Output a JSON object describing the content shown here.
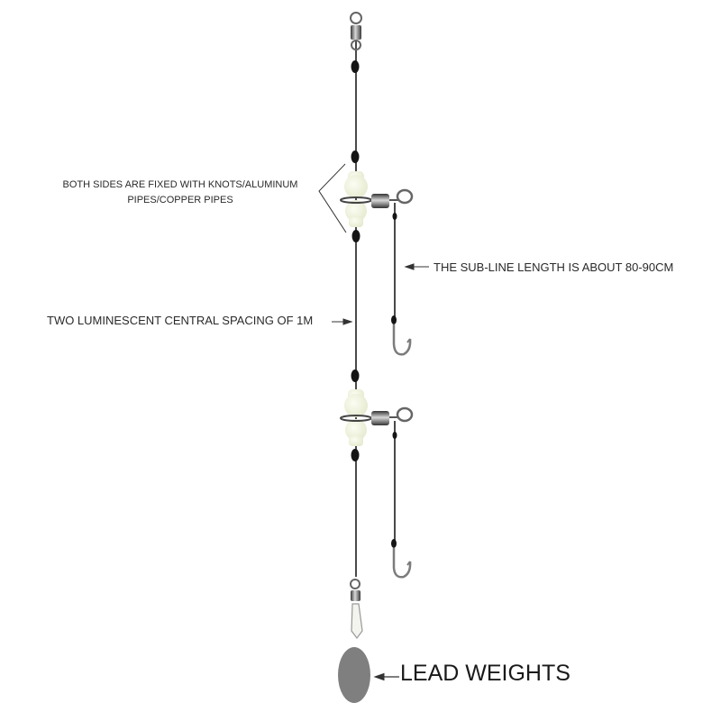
{
  "diagram": {
    "type": "fishing-rig-diagram",
    "colors": {
      "line": "#4a4a4a",
      "bead": "#151515",
      "luminous_float": "#eef2dd",
      "metal": "#7c7c7c",
      "lead_weight": "#7f7f7f",
      "text": "#2a2a2a"
    },
    "components": [
      {
        "name": "top-swivel",
        "icon": "swivel-icon"
      },
      {
        "name": "luminous-bead-upper",
        "icon": "luminous-bead-icon"
      },
      {
        "name": "branch-swivel-upper",
        "icon": "swivel-icon"
      },
      {
        "name": "hook-upper",
        "icon": "hook-icon"
      },
      {
        "name": "luminous-bead-lower",
        "icon": "luminous-bead-icon"
      },
      {
        "name": "branch-swivel-lower",
        "icon": "swivel-icon"
      },
      {
        "name": "hook-lower",
        "icon": "hook-icon"
      },
      {
        "name": "bottom-snap-swivel",
        "icon": "snap-swivel-icon"
      },
      {
        "name": "lead-weight",
        "icon": "sinker-icon"
      }
    ]
  },
  "labels": {
    "both_sides": "BOTH SIDES ARE FIXED WITH KNOTS/ALUMINUM PIPES/COPPER PIPES",
    "sub_line": "THE SUB-LINE LENGTH IS ABOUT 80-90CM",
    "spacing": "TWO LUMINESCENT CENTRAL SPACING OF 1M",
    "lead_weights": "LEAD WEIGHTS"
  }
}
